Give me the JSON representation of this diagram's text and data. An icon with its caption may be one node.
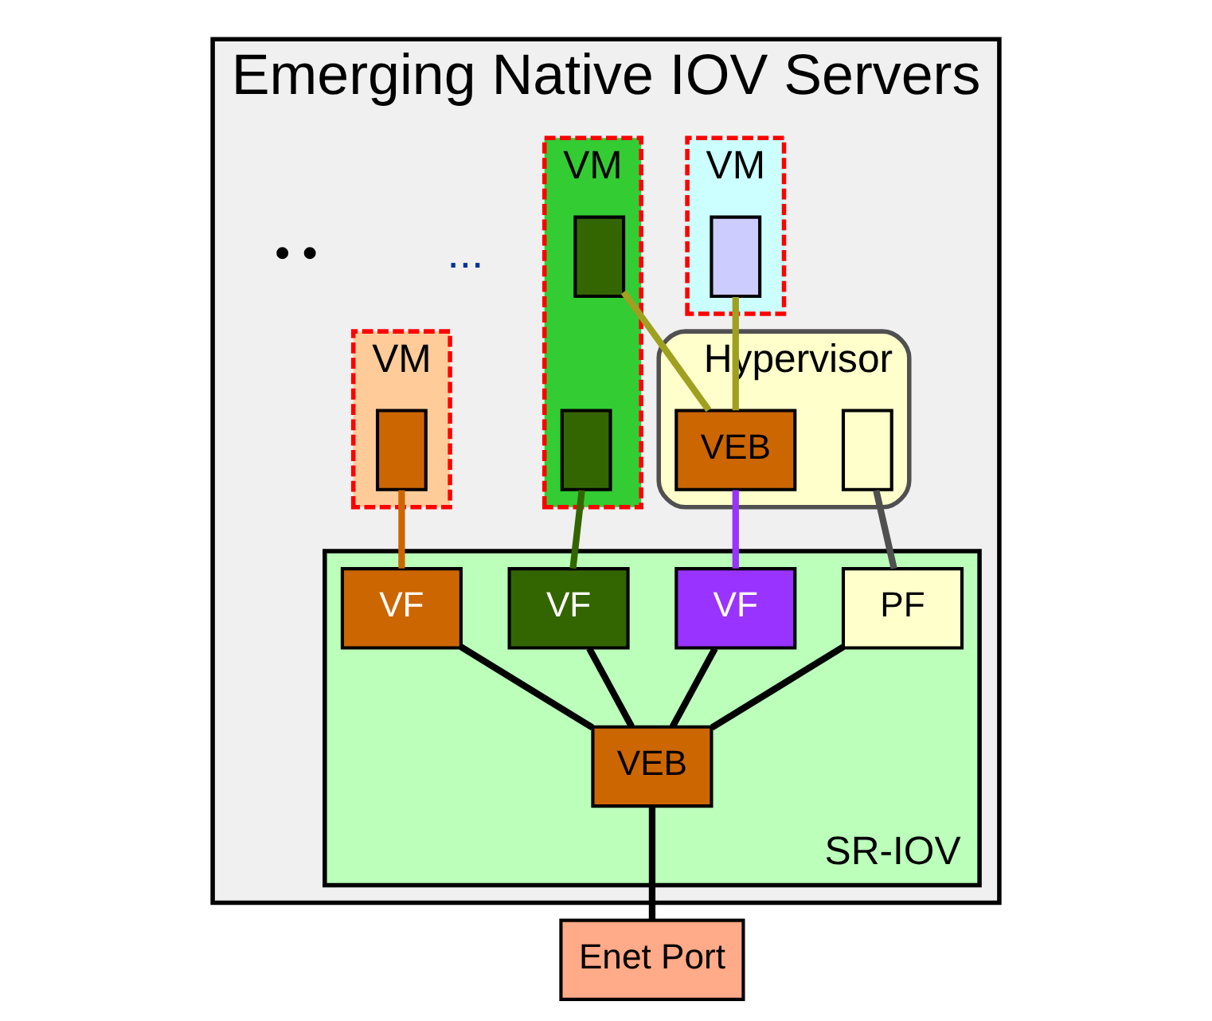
{
  "diagram": {
    "nodes": [
      {
        "text": [
          "Emerging Native IOV Servers"
        ]
      },
      {
        "text": [
          "VM"
        ],
        "in": 0
      },
      {
        "text": [],
        "shape": "box",
        "in": 1
      },
      {
        "text": [
          "VM"
        ],
        "in": 0
      },
      {
        "text": [],
        "shape": "box",
        "in": 3
      },
      {
        "text": [],
        "shape": "box",
        "in": 3
      },
      {
        "text": [
          "VM"
        ],
        "in": 0
      },
      {
        "text": [],
        "shape": "box",
        "in": 6
      },
      {
        "text": [
          "Hypervisor"
        ],
        "in": 0
      },
      {
        "text": [],
        "shape": "box",
        "in": 8
      },
      {
        "text": [
          "VEB"
        ],
        "in": 8
      },
      {
        "text": [
          "SR-IOV"
        ],
        "in": 0
      },
      {
        "text": [
          "PF"
        ],
        "in": 11
      },
      {
        "text": [
          "VF"
        ],
        "in": 11
      },
      {
        "text": [
          "VF"
        ],
        "in": 11
      },
      {
        "text": [
          "VF"
        ],
        "in": 11
      },
      {
        "text": [
          "VEB"
        ],
        "in": 11
      },
      {
        "text": [
          "Enet Port"
        ]
      }
    ],
    "edges": [
      {
        "from": 2,
        "to": 10,
        "arrow": "none",
        "color": "#a0a020"
      },
      {
        "from": 4,
        "to": 10,
        "arrow": "none",
        "color": "#a0a020"
      },
      {
        "from": 5,
        "to": 14,
        "arrow": "none",
        "color": "#336600"
      },
      {
        "from": 7,
        "to": 15,
        "arrow": "none",
        "color": "#cc6600"
      },
      {
        "from": 9,
        "to": 12,
        "arrow": "none",
        "color": "#505050"
      },
      {
        "from": 10,
        "to": 13,
        "arrow": "none",
        "color": "#9933ff"
      },
      {
        "from": 12,
        "to": 16,
        "arrow": "none"
      },
      {
        "from": 13,
        "to": 16,
        "arrow": "none"
      },
      {
        "from": 14,
        "to": 16,
        "arrow": "none"
      },
      {
        "from": 15,
        "to": 16,
        "arrow": "none"
      },
      {
        "from": 16,
        "to": 17,
        "arrow": "none"
      }
    ],
    "labels": [
      "...",
      "• •"
    ]
  }
}
